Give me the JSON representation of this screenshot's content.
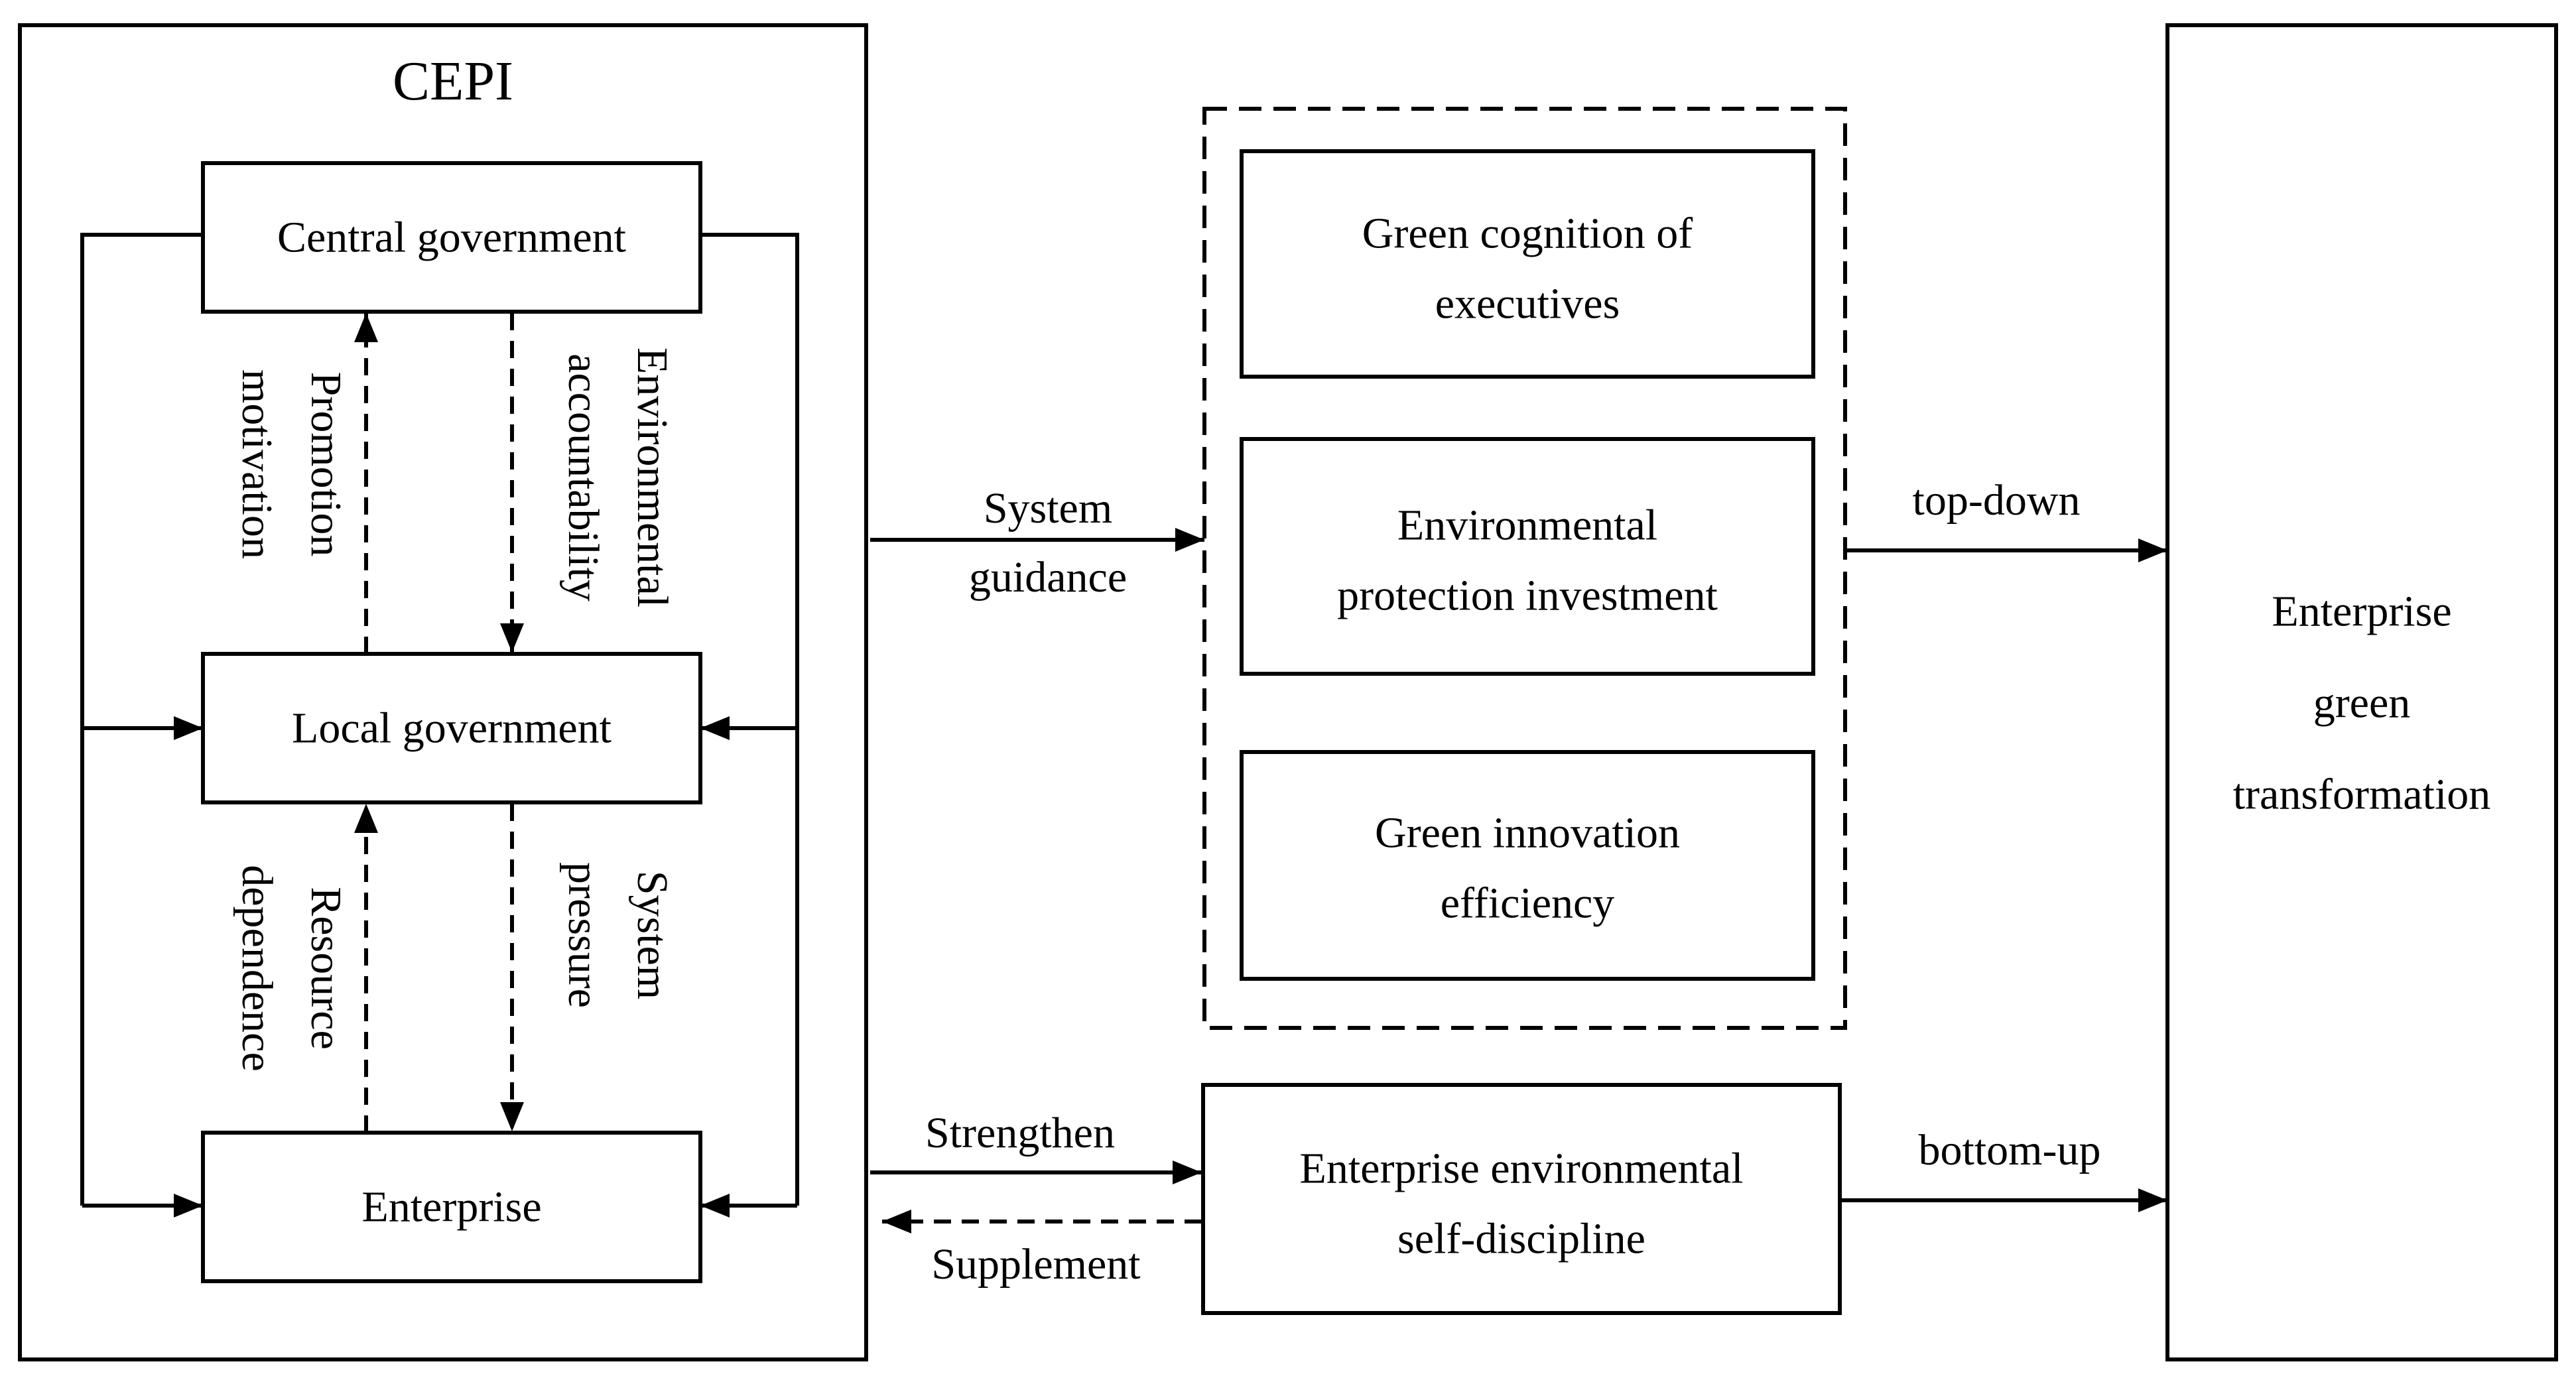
{
  "cepi": {
    "title": "CEPI",
    "central": "Central government",
    "local": "Local government",
    "enterprise": "Enterprise",
    "promotion": [
      "Promotion",
      "motivation"
    ],
    "accountability": [
      "Environmental",
      "accountability"
    ],
    "resource": [
      "Resource",
      "dependence"
    ],
    "pressure": [
      "System",
      "pressure"
    ]
  },
  "mediators": {
    "green_cognition": [
      "Green cognition of",
      "executives"
    ],
    "env_investment": [
      "Environmental",
      "protection investment"
    ],
    "green_innovation": [
      "Green innovation",
      "efficiency"
    ]
  },
  "links": {
    "system_guidance": [
      "System",
      "guidance"
    ],
    "strengthen": "Strengthen",
    "supplement": "Supplement",
    "top_down": "top-down",
    "bottom_up": "bottom-up"
  },
  "self_discipline": [
    "Enterprise environmental",
    "self-discipline"
  ],
  "outcome": [
    "Enterprise",
    "green",
    "transformation"
  ],
  "colors": {
    "line": "#000000",
    "background": "#ffffff"
  }
}
